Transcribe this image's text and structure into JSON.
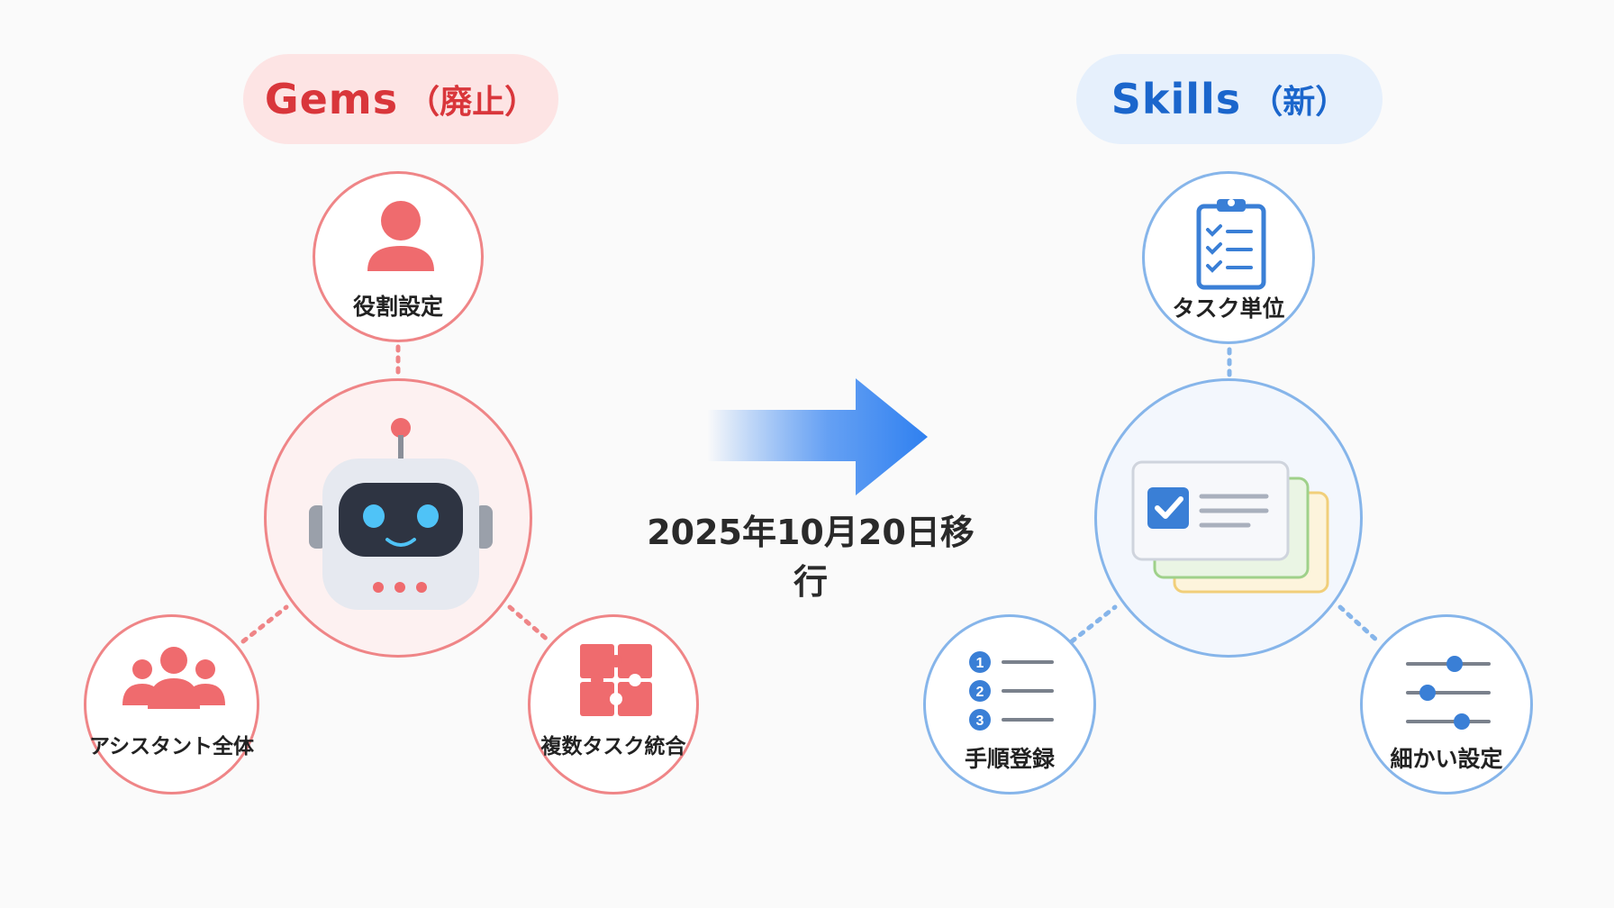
{
  "left": {
    "title": "Gems",
    "title_suffix": "（廃止）",
    "nodes": {
      "top": "役割設定",
      "left": "アシスタント全体",
      "right": "複数タスク統合"
    }
  },
  "right": {
    "title": "Skills",
    "title_suffix": "（新）",
    "nodes": {
      "top": "タスク単位",
      "left": "手順登録",
      "right": "細かい設定"
    },
    "steps": [
      "1",
      "2",
      "3"
    ]
  },
  "transition": {
    "date_text": "2025年10月20日移行"
  },
  "colors": {
    "gems_accent": "#d9363b",
    "gems_ring": "#ef8587",
    "skills_accent": "#1b66cc",
    "skills_ring": "#86b5ea",
    "arrow": "#2f80f0"
  }
}
